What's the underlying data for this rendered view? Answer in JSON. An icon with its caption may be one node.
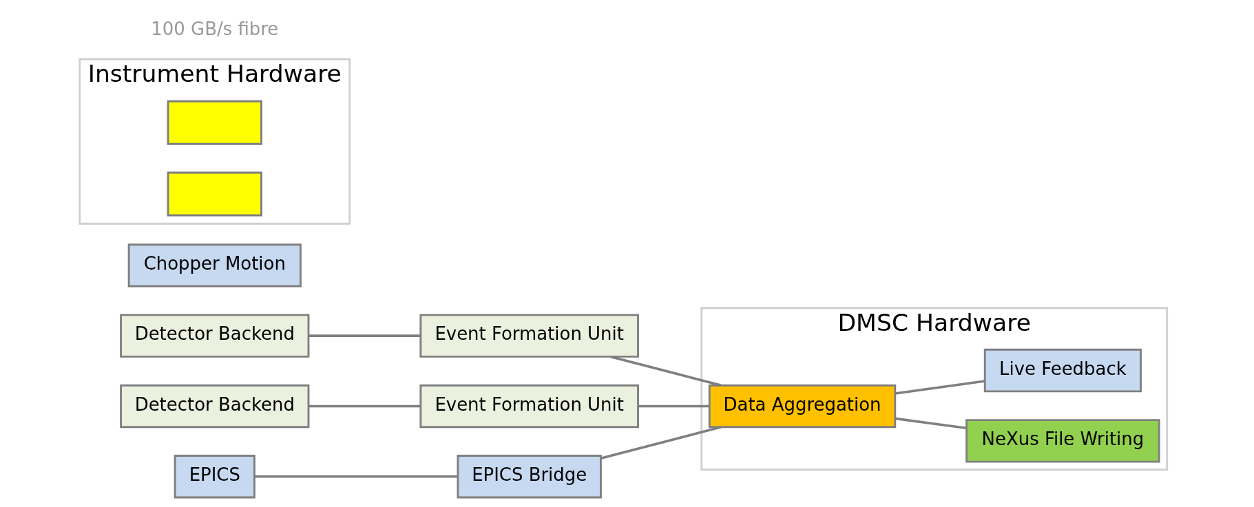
{
  "diagram": {
    "nodes": [
      {
        "text": [
          "Instrument Hardware"
        ]
      },
      {
        "text": [
          "DMSC Hardware"
        ]
      },
      {
        "text": [
          "Detector Backend"
        ]
      },
      {
        "text": [],
        "shape": "box",
        "in": 0
      },
      {
        "text": [
          "Detector Backend"
        ]
      },
      {
        "text": [
          "Event Formation Unit"
        ]
      },
      {
        "text": [
          "Event Formation Unit"
        ]
      },
      {
        "text": [
          "Chopper Motion"
        ]
      },
      {
        "text": [],
        "shape": "box",
        "in": 0
      },
      {
        "text": [
          "EPICS"
        ]
      },
      {
        "text": [
          "EPICS Bridge"
        ]
      },
      {
        "text": [
          "Data Aggregation"
        ],
        "in": 1
      },
      {
        "text": [
          "NeXus File Writing"
        ],
        "in": 1
      },
      {
        "text": [
          "Live Feedback"
        ],
        "in": 1
      }
    ],
    "edges": [
      {
        "from": 2,
        "to": 5,
        "arrow": "none"
      },
      {
        "from": 4,
        "to": 6,
        "arrow": "none"
      },
      {
        "from": 5,
        "to": 11,
        "arrow": "none"
      },
      {
        "from": 6,
        "to": 11,
        "arrow": "none"
      },
      {
        "from": 9,
        "to": 10,
        "arrow": "none"
      },
      {
        "from": 10,
        "to": 11,
        "arrow": "none"
      },
      {
        "from": 11,
        "to": 12,
        "arrow": "none"
      },
      {
        "from": 11,
        "to": 13,
        "arrow": "none"
      }
    ],
    "labels": [
      "100 GB/s fibre"
    ]
  }
}
